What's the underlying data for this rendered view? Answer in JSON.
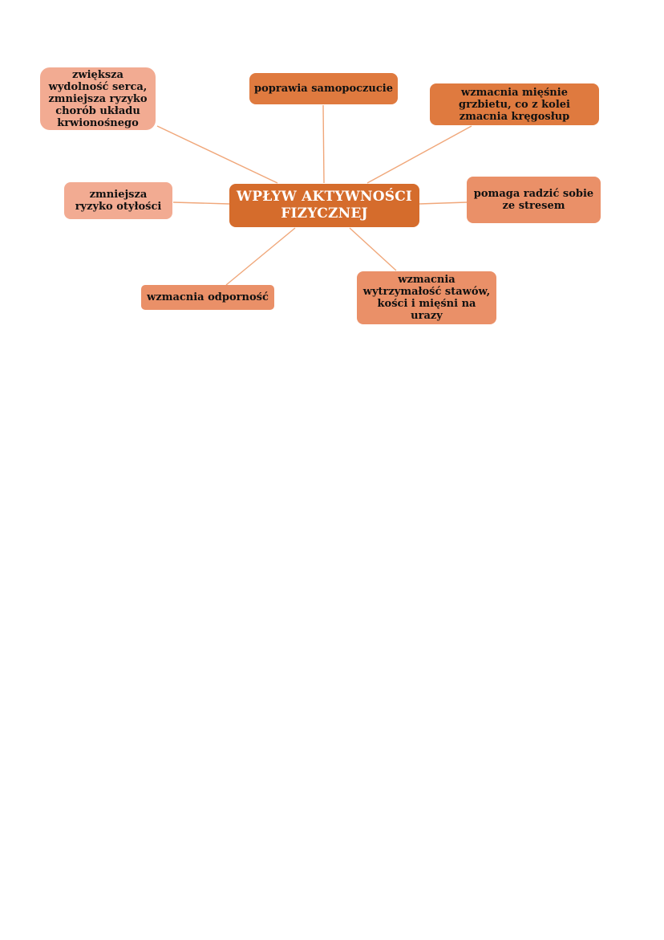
{
  "diagram": {
    "center": "WPŁYW AKTYWNOŚCI FIZYCZNEJ",
    "nodes": {
      "heart": "zwiększa wydolność serca, zmniejsza ryzyko chorób układu krwionośnego",
      "mood": "poprawia samopoczucie",
      "back": "wzmacnia mięśnie grzbietu, co z kolei zmacnia kręgosłup",
      "obesity": "zmniejsza ryzyko otyłości",
      "stress": "pomaga radzić sobie ze stresem",
      "immunity": "wzmacnia odporność",
      "joints": "wzmacnia wytrzymałość stawów, kości i mięśni na urazy"
    },
    "colors": {
      "connector": "#f0a77a",
      "center": "#d56c2c",
      "dark": "#df7a3f",
      "mid": "#ea9068",
      "light": "#f2ab92"
    }
  }
}
